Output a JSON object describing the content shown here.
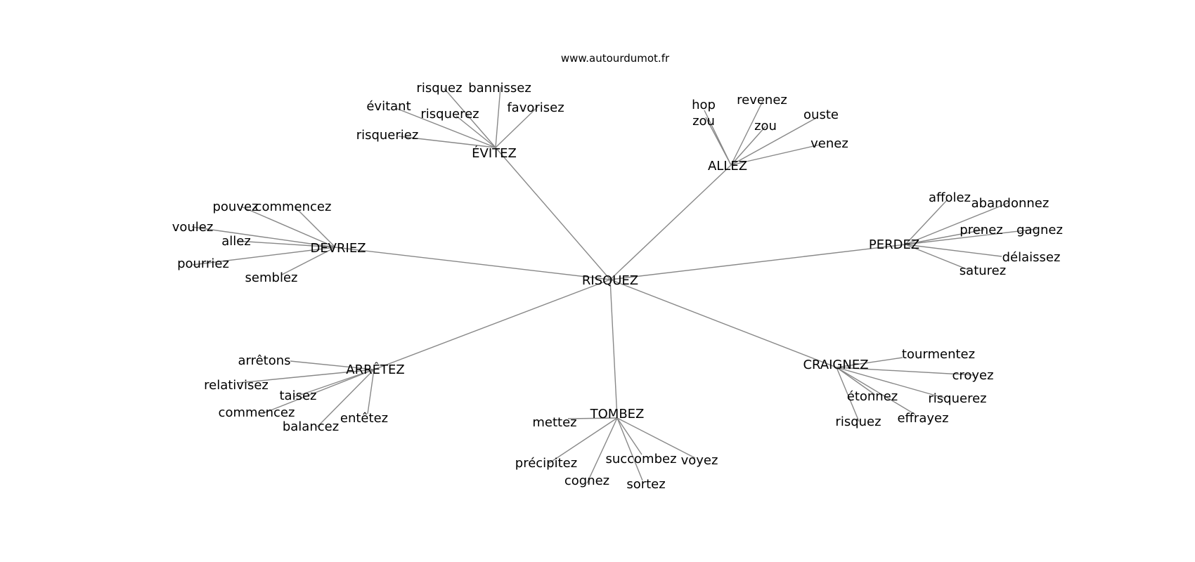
{
  "source": "www.autourdumot.fr",
  "colors": {
    "edge": "#888888",
    "text": "#000000",
    "background": "#ffffff"
  },
  "center": "RISQUEZ",
  "hubs": [
    {
      "id": "evitez",
      "label": "ÉVITEZ",
      "leaves": [
        "risquez",
        "bannissez",
        "évitant",
        "risquerez",
        "favorisez",
        "risqueriez"
      ]
    },
    {
      "id": "allez",
      "label": "ALLEZ",
      "leaves": [
        "hop",
        "zou",
        "revenez",
        "zou",
        "ouste",
        "venez"
      ]
    },
    {
      "id": "devriez",
      "label": "DEVRIEZ",
      "leaves": [
        "pouvez",
        "commencez",
        "voulez",
        "allez",
        "pourriez",
        "semblez"
      ]
    },
    {
      "id": "perdez",
      "label": "PERDEZ",
      "leaves": [
        "affolez",
        "abandonnez",
        "prenez",
        "gagnez",
        "délaissez",
        "saturez"
      ]
    },
    {
      "id": "arretez",
      "label": "ARRÊTEZ",
      "leaves": [
        "arrêtons",
        "relativisez",
        "taisez",
        "commencez",
        "balancez",
        "entêtez"
      ]
    },
    {
      "id": "craignez",
      "label": "CRAIGNEZ",
      "leaves": [
        "tourmentez",
        "croyez",
        "étonnez",
        "risquerez",
        "effrayez",
        "risquez"
      ]
    },
    {
      "id": "tombez",
      "label": "TOMBEZ",
      "leaves": [
        "mettez",
        "précipitez",
        "succombez",
        "voyez",
        "cognez",
        "sortez"
      ]
    }
  ]
}
